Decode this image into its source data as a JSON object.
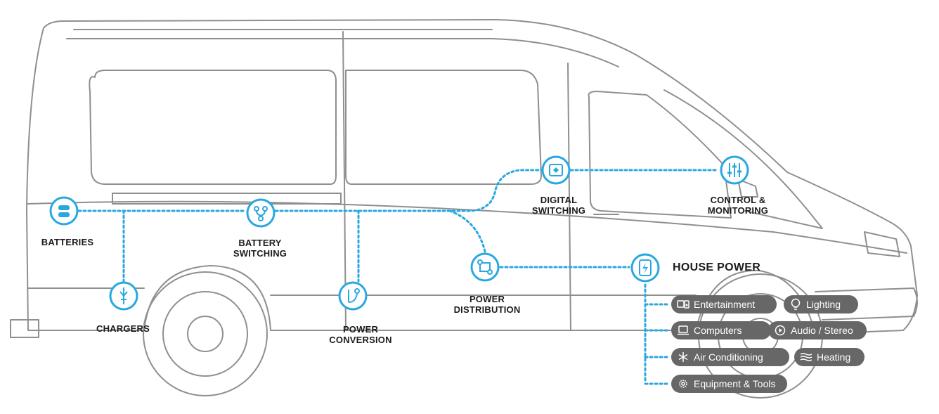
{
  "nodes": [
    {
      "id": "batteries",
      "label": "BATTERIES",
      "icon": "battery-icon"
    },
    {
      "id": "battery-switching",
      "label": "BATTERY\nSWITCHING",
      "icon": "battery-switch-icon"
    },
    {
      "id": "chargers",
      "label": "CHARGERS",
      "icon": "charger-plug-icon"
    },
    {
      "id": "power-conversion",
      "label": "POWER\nCONVERSION",
      "icon": "power-conversion-icon"
    },
    {
      "id": "power-distribution",
      "label": "POWER\nDISTRIBUTION",
      "icon": "power-distribution-icon"
    },
    {
      "id": "digital-switching",
      "label": "DIGITAL\nSWITCHING",
      "icon": "digital-switch-icon"
    },
    {
      "id": "control-monitoring",
      "label": "CONTROL &\nMONITORING",
      "icon": "sliders-icon"
    },
    {
      "id": "house-power",
      "label": "HOUSE POWER",
      "icon": "house-power-icon"
    }
  ],
  "loads": [
    {
      "id": "entertainment",
      "label": "Entertainment",
      "icon": "tv-speaker-icon"
    },
    {
      "id": "lighting",
      "label": "Lighting",
      "icon": "lightbulb-icon"
    },
    {
      "id": "computers",
      "label": "Computers",
      "icon": "laptop-icon"
    },
    {
      "id": "audio-stereo",
      "label": "Audio / Stereo",
      "icon": "play-circle-icon"
    },
    {
      "id": "air-conditioning",
      "label": "Air Conditioning",
      "icon": "snowflake-icon"
    },
    {
      "id": "heating",
      "label": "Heating",
      "icon": "heat-waves-icon"
    },
    {
      "id": "equipment-tools",
      "label": "Equipment & Tools",
      "icon": "wrench-gear-icon"
    }
  ],
  "colors": {
    "accent": "#29a8e0",
    "van_outline": "#8a8a8a",
    "pill_bg": "#676767",
    "pill_text": "#ffffff",
    "label_text": "#1c1c1c"
  }
}
